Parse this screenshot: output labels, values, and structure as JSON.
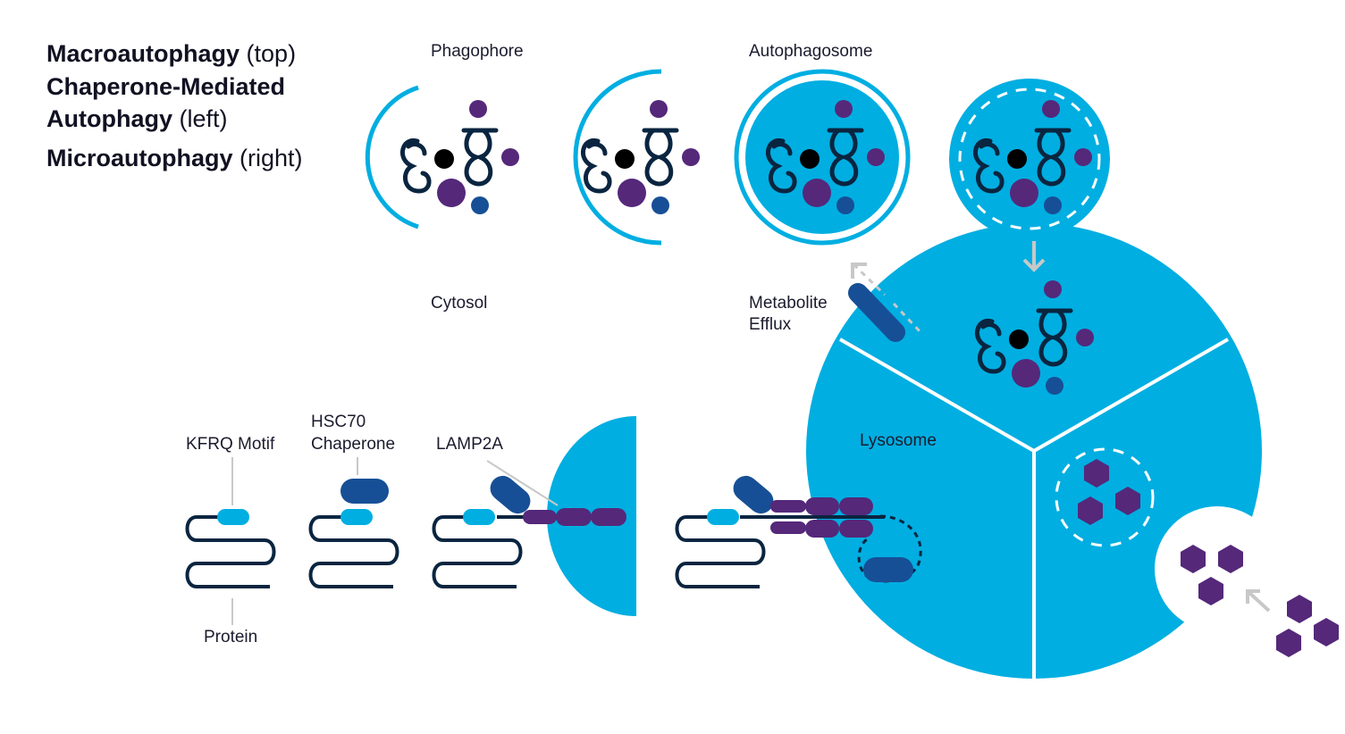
{
  "legend": {
    "macro": {
      "name": "Macroautophagy",
      "position": "(top)"
    },
    "cma": {
      "name_line1": "Chaperone-Mediated",
      "name_line2": "Autophagy",
      "position": "(left)"
    },
    "micro": {
      "name": "Microautophagy",
      "position": "(right)"
    }
  },
  "labels": {
    "phagophore": "Phagophore",
    "autophagosome": "Autophagosome",
    "cytosol": "Cytosol",
    "metabolite_line1": "Metabolite",
    "metabolite_line2": "Efflux",
    "lysosome": "Lysosome",
    "kfrq": "KFRQ Motif",
    "hsc70_line1": "HSC70",
    "hsc70_line2": "Chaperone",
    "lamp2a": "LAMP2A",
    "protein": "Protein"
  },
  "colors": {
    "lysosome_blue": "#00aee1",
    "navy": "#0a2540",
    "purple": "#55287a",
    "dark_blue": "#174f96",
    "gray_arrow": "#c8c8c8",
    "black": "#000000"
  }
}
